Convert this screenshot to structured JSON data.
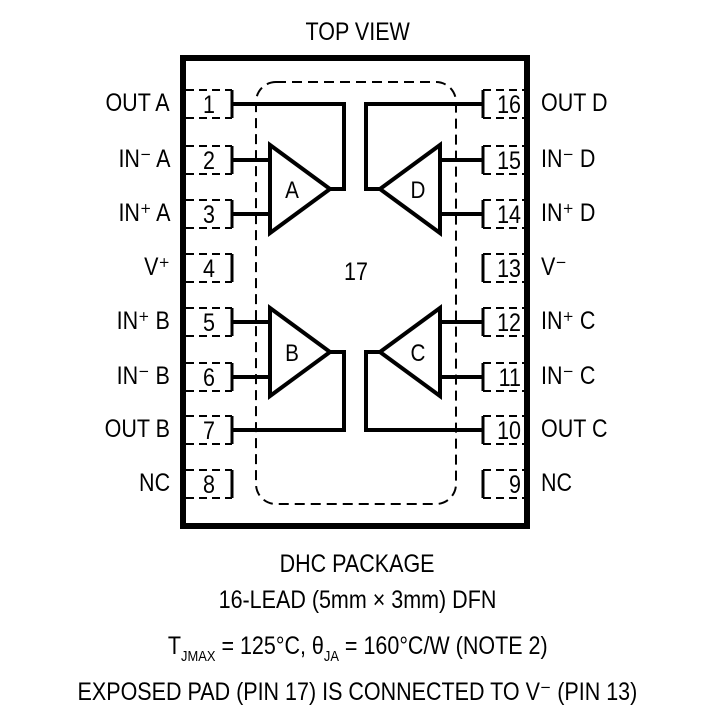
{
  "header": {
    "title": "TOP VIEW"
  },
  "package": {
    "center_pin": "17",
    "left_pins": [
      {
        "num": "1",
        "label": "OUT A"
      },
      {
        "num": "2",
        "label": "IN⁻ A"
      },
      {
        "num": "3",
        "label": "IN⁺ A"
      },
      {
        "num": "4",
        "label": "V⁺"
      },
      {
        "num": "5",
        "label": "IN⁺ B"
      },
      {
        "num": "6",
        "label": "IN⁻ B"
      },
      {
        "num": "7",
        "label": "OUT B"
      },
      {
        "num": "8",
        "label": "NC"
      }
    ],
    "right_pins": [
      {
        "num": "16",
        "label": "OUT D"
      },
      {
        "num": "15",
        "label": "IN⁻ D"
      },
      {
        "num": "14",
        "label": "IN⁺ D"
      },
      {
        "num": "13",
        "label": "V⁻"
      },
      {
        "num": "12",
        "label": "IN⁺ C"
      },
      {
        "num": "11",
        "label": "IN⁻ C"
      },
      {
        "num": "10",
        "label": "OUT C"
      },
      {
        "num": "9",
        "label": "NC"
      }
    ],
    "amplifiers": [
      "A",
      "B",
      "C",
      "D"
    ]
  },
  "footer": {
    "line1": "DHC PACKAGE",
    "line2": "16-LEAD (5mm × 3mm) DFN",
    "line3": "TJMAX = 125°C, θJA = 160°C/W (NOTE 2)",
    "line3_parts": {
      "t": "T",
      "t_sub": "JMAX",
      "t_rest": " = 125°C, θ",
      "theta_sub": "JA",
      "theta_rest": " = 160°C/W (NOTE 2)"
    },
    "line4": "EXPOSED PAD (PIN 17) IS CONNECTED TO V⁻ (PIN 13)"
  }
}
